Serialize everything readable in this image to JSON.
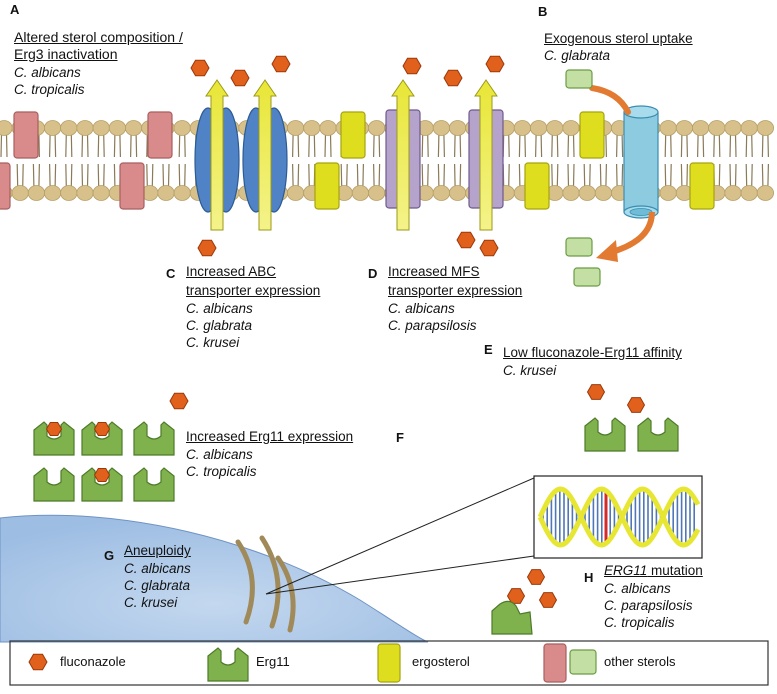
{
  "panels": {
    "A": {
      "letter": "A",
      "title1": "Altered sterol composition /",
      "title2": "Erg3 inactivation",
      "species": [
        "C. albicans",
        "C. tropicalis"
      ]
    },
    "B": {
      "letter": "B",
      "title": "Exogenous sterol uptake",
      "species": [
        "C. glabrata"
      ]
    },
    "C": {
      "letter": "C",
      "title1": "Increased ABC",
      "title2": "transporter expression",
      "species": [
        "C. albicans",
        "C. glabrata",
        "C. krusei"
      ]
    },
    "D": {
      "letter": "D",
      "title1": "Increased MFS",
      "title2": "transporter expression",
      "species": [
        "C. albicans",
        "C. parapsilosis"
      ]
    },
    "E": {
      "letter": "E",
      "title": "Low fluconazole-Erg11 affinity",
      "species": [
        "C. krusei"
      ]
    },
    "F": {
      "letter": "F",
      "title": "Increased Erg11 expression",
      "species": [
        "C. albicans",
        "C. tropicalis"
      ]
    },
    "G": {
      "letter": "G",
      "title": "Aneuploidy",
      "species": [
        "C. albicans",
        "C. glabrata",
        "C. krusei"
      ]
    },
    "H": {
      "letter": "H",
      "title_gene": "ERG11",
      "title_rest": " mutation",
      "species": [
        "C. albicans",
        "C. parapsilosis",
        "C. tropicalis"
      ]
    }
  },
  "legend": {
    "fluconazole": "fluconazole",
    "erg11": "Erg11",
    "ergosterol": "ergosterol",
    "other_sterols": "other sterols"
  },
  "colors": {
    "fluconazole": "#e0601c",
    "erg11": "#7fb24d",
    "ergosterol": "#dede1e",
    "other_sterol_red": "#d98b8b",
    "other_sterol_green": "#c3dfa4",
    "abc_transporter": "#4f83c6",
    "mfs_transporter": "#b5a3cc",
    "sterol_channel": "#8ccbe0",
    "lipid_head": "#d8c08a",
    "nucleus": "#aec8e8",
    "chromosome": "#a08a5a",
    "dna_backbone": "#e6e633"
  }
}
